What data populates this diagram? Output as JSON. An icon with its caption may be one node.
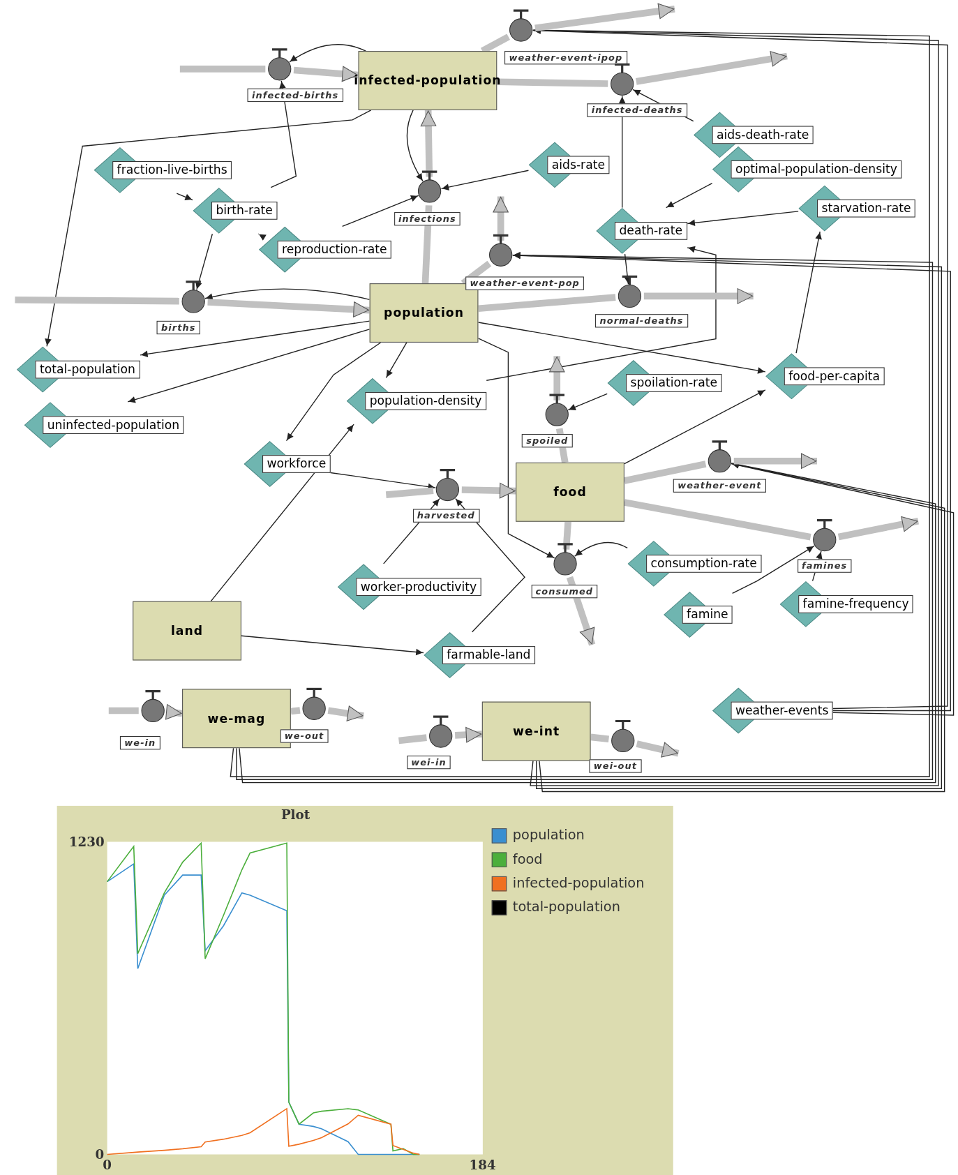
{
  "diagram": {
    "nodes": [
      {
        "text": [
          "infected-population"
        ]
      },
      {
        "text": [
          "population"
        ]
      },
      {
        "text": [
          "food"
        ]
      },
      {
        "text": [
          "land"
        ]
      },
      {
        "text": [
          "we-mag"
        ]
      },
      {
        "text": [
          "we-int"
        ]
      },
      {
        "text": [
          "infected-births"
        ]
      },
      {
        "text": [
          "weather-event-ipop"
        ]
      },
      {
        "text": [
          "infected-deaths"
        ]
      },
      {
        "text": [
          "infections"
        ]
      },
      {
        "text": [
          "births"
        ]
      },
      {
        "text": [
          "weather-event-pop"
        ]
      },
      {
        "text": [
          "normal-deaths"
        ]
      },
      {
        "text": [
          "spoiled"
        ]
      },
      {
        "text": [
          "harvested"
        ]
      },
      {
        "text": [
          "weather-event"
        ]
      },
      {
        "text": [
          "famines"
        ]
      },
      {
        "text": [
          "consumed"
        ]
      },
      {
        "text": [
          "we-in"
        ]
      },
      {
        "text": [
          "we-out"
        ]
      },
      {
        "text": [
          "wei-in"
        ]
      },
      {
        "text": [
          "wei-out"
        ]
      },
      {
        "text": [
          "fraction-live-births"
        ]
      },
      {
        "text": [
          "birth-rate"
        ]
      },
      {
        "text": [
          "reproduction-rate"
        ]
      },
      {
        "text": [
          "aids-rate"
        ]
      },
      {
        "text": [
          "aids-death-rate"
        ]
      },
      {
        "text": [
          "optimal-population-density"
        ]
      },
      {
        "text": [
          "starvation-rate"
        ]
      },
      {
        "text": [
          "death-rate"
        ]
      },
      {
        "text": [
          "total-population"
        ]
      },
      {
        "text": [
          "uninfected-population"
        ]
      },
      {
        "text": [
          "population-density"
        ]
      },
      {
        "text": [
          "food-per-capita"
        ]
      },
      {
        "text": [
          "spoilation-rate"
        ]
      },
      {
        "text": [
          "workforce"
        ]
      },
      {
        "text": [
          "worker-productivity"
        ]
      },
      {
        "text": [
          "consumption-rate"
        ]
      },
      {
        "text": [
          "famine"
        ]
      },
      {
        "text": [
          "famine-frequency"
        ]
      },
      {
        "text": [
          "farmable-land"
        ]
      },
      {
        "text": [
          "weather-events"
        ]
      }
    ],
    "edges": [
      {
        "from": 0,
        "to": 6,
        "arrow": "to"
      },
      {
        "from": 23,
        "to": 6,
        "arrow": "to"
      },
      {
        "from": 22,
        "to": 23,
        "arrow": "to"
      },
      {
        "from": 24,
        "to": 23,
        "arrow": "to"
      },
      {
        "from": 23,
        "to": 10,
        "arrow": "to"
      },
      {
        "from": 1,
        "to": 10,
        "arrow": "to"
      },
      {
        "from": 0,
        "to": 30,
        "arrow": "to"
      },
      {
        "from": 1,
        "to": 30,
        "arrow": "to"
      },
      {
        "from": 1,
        "to": 31,
        "arrow": "to"
      },
      {
        "from": 25,
        "to": 9,
        "arrow": "to"
      },
      {
        "from": 24,
        "to": 9,
        "arrow": "to"
      },
      {
        "from": 0,
        "to": 9,
        "arrow": "to"
      },
      {
        "from": 26,
        "to": 8,
        "arrow": "to"
      },
      {
        "from": 29,
        "to": 8,
        "arrow": "to"
      },
      {
        "from": 27,
        "to": 29,
        "arrow": "to"
      },
      {
        "from": 28,
        "to": 29,
        "arrow": "to"
      },
      {
        "from": 33,
        "to": 28,
        "arrow": "to"
      },
      {
        "from": 1,
        "to": 33,
        "arrow": "to"
      },
      {
        "from": 2,
        "to": 33,
        "arrow": "to"
      },
      {
        "from": 32,
        "to": 29,
        "arrow": "to"
      },
      {
        "from": 29,
        "to": 12,
        "arrow": "to"
      },
      {
        "from": 1,
        "to": 32,
        "arrow": "to"
      },
      {
        "from": 3,
        "to": 32,
        "arrow": "to"
      },
      {
        "from": 4,
        "to": 7,
        "arrow": "to"
      },
      {
        "from": 4,
        "to": 11,
        "arrow": "to"
      },
      {
        "from": 4,
        "to": 15,
        "arrow": "to"
      },
      {
        "from": 5,
        "to": 7,
        "arrow": "to"
      },
      {
        "from": 5,
        "to": 11,
        "arrow": "to"
      },
      {
        "from": 5,
        "to": 15,
        "arrow": "to"
      },
      {
        "from": 41,
        "to": 7,
        "arrow": "to"
      },
      {
        "from": 41,
        "to": 11,
        "arrow": "to"
      },
      {
        "from": 41,
        "to": 15,
        "arrow": "to"
      },
      {
        "from": 39,
        "to": 16,
        "arrow": "to"
      },
      {
        "from": 38,
        "to": 16,
        "arrow": "to"
      },
      {
        "from": 37,
        "to": 17,
        "arrow": "to"
      },
      {
        "from": 1,
        "to": 17,
        "arrow": "to"
      },
      {
        "from": 34,
        "to": 13,
        "arrow": "to"
      },
      {
        "from": 35,
        "to": 14,
        "arrow": "to"
      },
      {
        "from": 36,
        "to": 14,
        "arrow": "to"
      },
      {
        "from": 40,
        "to": 14,
        "arrow": "to"
      },
      {
        "from": 1,
        "to": 35,
        "arrow": "to"
      },
      {
        "from": 3,
        "to": 40,
        "arrow": "to"
      },
      {
        "from": null,
        "to": 6,
        "arrow": "none",
        "style": "thick",
        "color": "#c0c0c0"
      },
      {
        "from": 6,
        "to": 0,
        "arrow": "to",
        "style": "thick",
        "color": "#c0c0c0"
      },
      {
        "from": 0,
        "to": 7,
        "arrow": "none",
        "style": "thick",
        "color": "#c0c0c0"
      },
      {
        "from": 7,
        "to": null,
        "arrow": "to",
        "style": "thick",
        "color": "#c0c0c0"
      },
      {
        "from": 0,
        "to": 8,
        "arrow": "none",
        "style": "thick",
        "color": "#c0c0c0"
      },
      {
        "from": 8,
        "to": null,
        "arrow": "to",
        "style": "thick",
        "color": "#c0c0c0"
      },
      {
        "from": 1,
        "to": 9,
        "arrow": "none",
        "style": "thick",
        "color": "#c0c0c0"
      },
      {
        "from": 9,
        "to": 0,
        "arrow": "to",
        "style": "thick",
        "color": "#c0c0c0"
      },
      {
        "from": null,
        "to": 10,
        "arrow": "none",
        "style": "thick",
        "color": "#c0c0c0"
      },
      {
        "from": 10,
        "to": 1,
        "arrow": "to",
        "style": "thick",
        "color": "#c0c0c0"
      },
      {
        "from": 1,
        "to": 11,
        "arrow": "none",
        "style": "thick",
        "color": "#c0c0c0"
      },
      {
        "from": 11,
        "to": null,
        "arrow": "to",
        "style": "thick",
        "color": "#c0c0c0"
      },
      {
        "from": 1,
        "to": 12,
        "arrow": "none",
        "style": "thick",
        "color": "#c0c0c0"
      },
      {
        "from": 12,
        "to": null,
        "arrow": "to",
        "style": "thick",
        "color": "#c0c0c0"
      },
      {
        "from": 2,
        "to": 13,
        "arrow": "none",
        "style": "thick",
        "color": "#c0c0c0"
      },
      {
        "from": 13,
        "to": null,
        "arrow": "to",
        "style": "thick",
        "color": "#c0c0c0"
      },
      {
        "from": null,
        "to": 14,
        "arrow": "none",
        "style": "thick",
        "color": "#c0c0c0"
      },
      {
        "from": 14,
        "to": 2,
        "arrow": "to",
        "style": "thick",
        "color": "#c0c0c0"
      },
      {
        "from": 2,
        "to": 15,
        "arrow": "none",
        "style": "thick",
        "color": "#c0c0c0"
      },
      {
        "from": 15,
        "to": null,
        "arrow": "to",
        "style": "thick",
        "color": "#c0c0c0"
      },
      {
        "from": 2,
        "to": 16,
        "arrow": "none",
        "style": "thick",
        "color": "#c0c0c0"
      },
      {
        "from": 16,
        "to": null,
        "arrow": "to",
        "style": "thick",
        "color": "#c0c0c0"
      },
      {
        "from": 2,
        "to": 17,
        "arrow": "none",
        "style": "thick",
        "color": "#c0c0c0"
      },
      {
        "from": 17,
        "to": null,
        "arrow": "to",
        "style": "thick",
        "color": "#c0c0c0"
      },
      {
        "from": null,
        "to": 18,
        "arrow": "none",
        "style": "thick",
        "color": "#c0c0c0"
      },
      {
        "from": 18,
        "to": 4,
        "arrow": "to",
        "style": "thick",
        "color": "#c0c0c0"
      },
      {
        "from": 4,
        "to": 19,
        "arrow": "none",
        "style": "thick",
        "color": "#c0c0c0"
      },
      {
        "from": 19,
        "to": null,
        "arrow": "to",
        "style": "thick",
        "color": "#c0c0c0"
      },
      {
        "from": null,
        "to": 20,
        "arrow": "none",
        "style": "thick",
        "color": "#c0c0c0"
      },
      {
        "from": 20,
        "to": 5,
        "arrow": "to",
        "style": "thick",
        "color": "#c0c0c0"
      },
      {
        "from": 5,
        "to": 21,
        "arrow": "none",
        "style": "thick",
        "color": "#c0c0c0"
      },
      {
        "from": 21,
        "to": null,
        "arrow": "to",
        "style": "thick",
        "color": "#c0c0c0"
      }
    ],
    "chart_data": {
      "type": "line",
      "title": "Plot",
      "x": [
        0,
        13,
        15,
        28,
        37,
        46,
        48,
        57,
        66,
        70,
        88,
        89,
        94,
        101,
        105,
        118,
        123,
        139,
        140,
        145,
        150,
        153
      ],
      "series": [
        {
          "name": "population",
          "color": "#3a8fd0",
          "values": [
            1073,
            1143,
            731,
            1020,
            1099,
            1099,
            801,
            900,
            1029,
            1020,
            959,
            206,
            119,
            110,
            101,
            50,
            0,
            0,
            0,
            0,
            0,
            0
          ]
        },
        {
          "name": "food",
          "color": "#4caf3c",
          "values": [
            1073,
            1212,
            790,
            1029,
            1150,
            1225,
            770,
            941,
            1120,
            1186,
            1225,
            206,
            119,
            163,
            170,
            180,
            175,
            119,
            14,
            23,
            0,
            0
          ]
        },
        {
          "name": "infected-population",
          "color": "#f07020",
          "values": [
            0,
            8,
            9,
            16,
            22,
            30,
            49,
            60,
            75,
            85,
            180,
            32,
            40,
            55,
            66,
            120,
            154,
            119,
            35,
            20,
            5,
            0
          ]
        },
        {
          "name": "total-population",
          "color": "#000000",
          "values": [
            null,
            null,
            null,
            null,
            null,
            null,
            null,
            null,
            null,
            null,
            null,
            null,
            null,
            null,
            null,
            null,
            null,
            null,
            null,
            null,
            null,
            null
          ]
        }
      ],
      "xlim": [
        0,
        184
      ],
      "ylim": [
        0,
        1230
      ],
      "xticks": [
        0,
        184
      ],
      "yticks": [
        0,
        1230
      ],
      "legend": "right"
    }
  }
}
